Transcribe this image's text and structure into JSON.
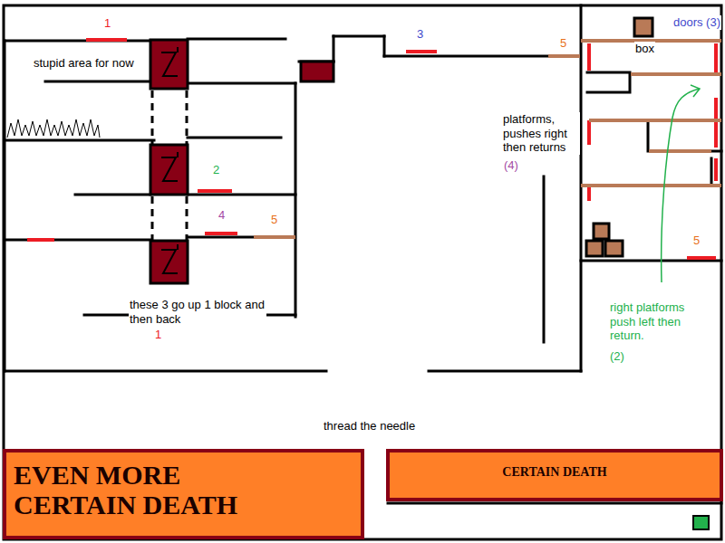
{
  "diagram": {
    "nodes": [
      {
        "text": [
          "EVEN MORE CERTAIN DEATH"
        ]
      },
      {
        "text": [
          "CERTAIN DEATH"
        ]
      }
    ],
    "labels": [
      "1",
      "3",
      "doors (3)",
      "5",
      "box",
      "stupid area for now",
      "platforms, pushes right then returns",
      "(4)",
      "2",
      "4",
      "5",
      "5",
      "these 3 go up 1 block and then back",
      "right platforms push left then return.",
      "(2)",
      "1",
      "thread the needle"
    ]
  }
}
